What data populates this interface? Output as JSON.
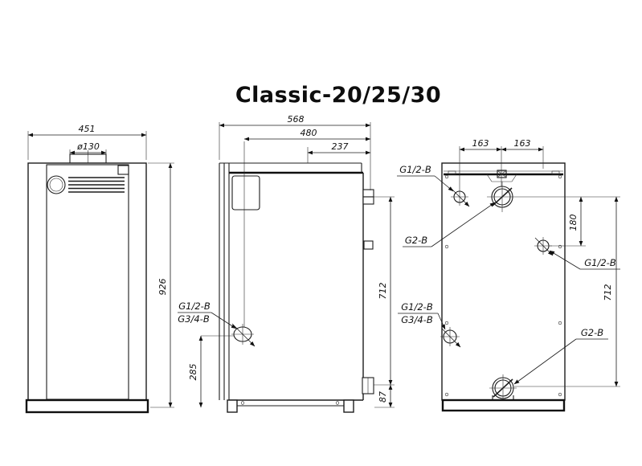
{
  "title": "Classic-20/25/30",
  "front_view": {
    "width_mm": "451",
    "flue_diameter": "ø130",
    "height_mm": "926"
  },
  "side_view": {
    "depth_mm": "568",
    "drain_offset_mm": "480",
    "flue_offset_mm": "237",
    "ports_span_mm": "712",
    "drain_height_mm": "285",
    "lower_port_height_mm": "87",
    "drain_port_upper": "G1/2-B",
    "drain_port_lower": "G3/4-B"
  },
  "rear_view": {
    "left_offset_mm": "163",
    "right_offset_mm": "163",
    "right_port_drop_mm": "180",
    "ports_span_mm": "712",
    "top_left_port": "G1/2-B",
    "supply_port": "G2-B",
    "right_port": "G1/2-B",
    "drain_port_upper": "G1/2-B",
    "drain_port_lower": "G3/4-B",
    "return_port": "G2-B"
  }
}
